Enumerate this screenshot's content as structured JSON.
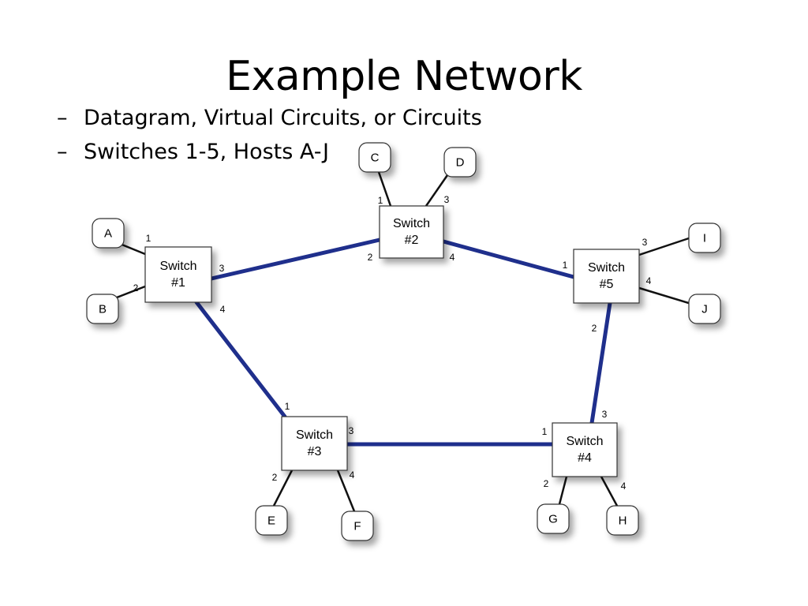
{
  "slide": {
    "title": "Example Network",
    "bullets": [
      "Datagram, Virtual Circuits, or Circuits",
      "Switches 1-5, Hosts A-J"
    ],
    "bullet_marker": "–"
  },
  "diagram": {
    "colors": {
      "trunk_link": "#1f2f8c",
      "host_link": "#111111",
      "node_fill": "#ffffff",
      "node_stroke": "#333333"
    },
    "switches": [
      {
        "id": "s1",
        "lines": [
          "Switch",
          "#1"
        ]
      },
      {
        "id": "s2",
        "lines": [
          "Switch",
          "#2"
        ]
      },
      {
        "id": "s3",
        "lines": [
          "Switch",
          "#3"
        ]
      },
      {
        "id": "s4",
        "lines": [
          "Switch",
          "#4"
        ]
      },
      {
        "id": "s5",
        "lines": [
          "Switch",
          "#5"
        ]
      }
    ],
    "hosts": [
      "A",
      "B",
      "C",
      "D",
      "E",
      "F",
      "G",
      "H",
      "I",
      "J"
    ],
    "trunk_links": [
      {
        "from": "s1",
        "from_port": "3",
        "to": "s2",
        "to_port": "2"
      },
      {
        "from": "s2",
        "from_port": "4",
        "to": "s5",
        "to_port": "1"
      },
      {
        "from": "s1",
        "from_port": "4",
        "to": "s3",
        "to_port": "1"
      },
      {
        "from": "s3",
        "from_port": "3",
        "to": "s4",
        "to_port": "1"
      },
      {
        "from": "s5",
        "from_port": "2",
        "to": "s4",
        "to_port": "3"
      }
    ],
    "host_links": [
      {
        "host": "A",
        "switch": "s1",
        "port": "1"
      },
      {
        "host": "B",
        "switch": "s1",
        "port": "2"
      },
      {
        "host": "C",
        "switch": "s2",
        "port": "1"
      },
      {
        "host": "D",
        "switch": "s2",
        "port": "3"
      },
      {
        "host": "E",
        "switch": "s3",
        "port": "2"
      },
      {
        "host": "F",
        "switch": "s3",
        "port": "4"
      },
      {
        "host": "G",
        "switch": "s4",
        "port": "2"
      },
      {
        "host": "H",
        "switch": "s4",
        "port": "4"
      },
      {
        "host": "I",
        "switch": "s5",
        "port": "3"
      },
      {
        "host": "J",
        "switch": "s5",
        "port": "4"
      }
    ]
  }
}
